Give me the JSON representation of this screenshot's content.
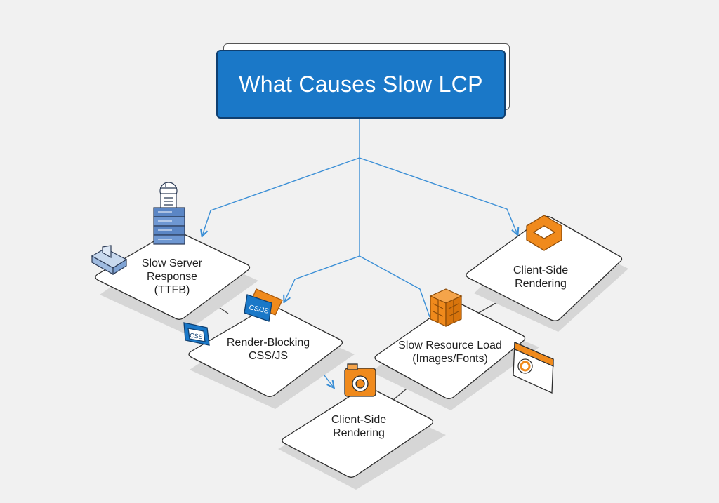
{
  "title": "What Causes Slow LCP",
  "nodes": [
    {
      "id": "server",
      "lines": [
        "Slow Server",
        "Response",
        "(TTFB)"
      ],
      "icon": "server-icon"
    },
    {
      "id": "render-blocking",
      "lines": [
        "Render-Blocking",
        "CSS/JS"
      ],
      "icon": "css-js-icon"
    },
    {
      "id": "client-side-bottom",
      "lines": [
        "Client-Side",
        "Rendering"
      ],
      "icon": "camera-icon"
    },
    {
      "id": "resource-load",
      "lines": [
        "Slow Resource Load",
        "(Images/Fonts)"
      ],
      "icon": "cube-icon"
    },
    {
      "id": "client-side-right",
      "lines": [
        "Client-Side",
        "Rendering"
      ],
      "icon": "layer-icon"
    }
  ],
  "icon_texts": {
    "css": "CSS",
    "cssjs": "CS/JS"
  },
  "colors": {
    "blue": "#1a78c8",
    "dark_blue": "#0f3f70",
    "orange": "#f08a1c",
    "line": "#3b8fd6"
  }
}
